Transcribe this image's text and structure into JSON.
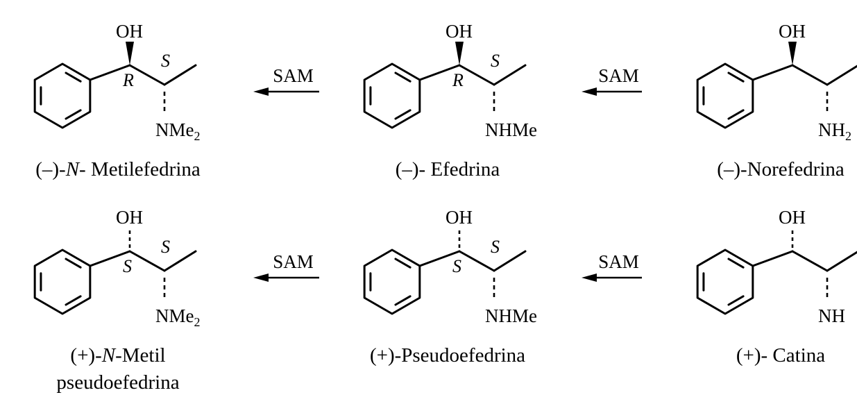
{
  "arrow_label": "SAM",
  "rows": [
    {
      "compounds": [
        {
          "atoms": {
            "oh": "OH",
            "n": "NMe",
            "n_sub": "2"
          },
          "stereo": {
            "c1": "R",
            "c2": "S"
          },
          "bond_c1_oh": "wedge",
          "name": {
            "prefix": "(–)-",
            "italic": "N",
            "rest": "- Metilefedrina",
            "line2": ""
          }
        },
        {
          "atoms": {
            "oh": "OH",
            "n": "NHMe",
            "n_sub": ""
          },
          "stereo": {
            "c1": "R",
            "c2": "S"
          },
          "bond_c1_oh": "wedge",
          "name": {
            "prefix": "(–)- Efedrina",
            "italic": "",
            "rest": "",
            "line2": ""
          }
        },
        {
          "atoms": {
            "oh": "OH",
            "n": "NH",
            "n_sub": "2"
          },
          "stereo": {
            "c1": "",
            "c2": ""
          },
          "bond_c1_oh": "wedge",
          "name": {
            "prefix": "(–)-Norefedrina",
            "italic": "",
            "rest": "",
            "line2": ""
          }
        }
      ]
    },
    {
      "compounds": [
        {
          "atoms": {
            "oh": "OH",
            "n": "NMe",
            "n_sub": "2"
          },
          "stereo": {
            "c1": "S",
            "c2": "S"
          },
          "bond_c1_oh": "hash",
          "name": {
            "prefix": "(+)-",
            "italic": "N",
            "rest": "-Metil",
            "line2": "pseudoefedrina"
          }
        },
        {
          "atoms": {
            "oh": "OH",
            "n": "NHMe",
            "n_sub": ""
          },
          "stereo": {
            "c1": "S",
            "c2": "S"
          },
          "bond_c1_oh": "hash",
          "name": {
            "prefix": "(+)-Pseudoefedrina",
            "italic": "",
            "rest": "",
            "line2": ""
          }
        },
        {
          "atoms": {
            "oh": "OH",
            "n": "NH",
            "n_sub": ""
          },
          "stereo": {
            "c1": "",
            "c2": ""
          },
          "bond_c1_oh": "hash",
          "name": {
            "prefix": "(+)- Catina",
            "italic": "",
            "rest": "",
            "line2": ""
          }
        }
      ]
    }
  ]
}
